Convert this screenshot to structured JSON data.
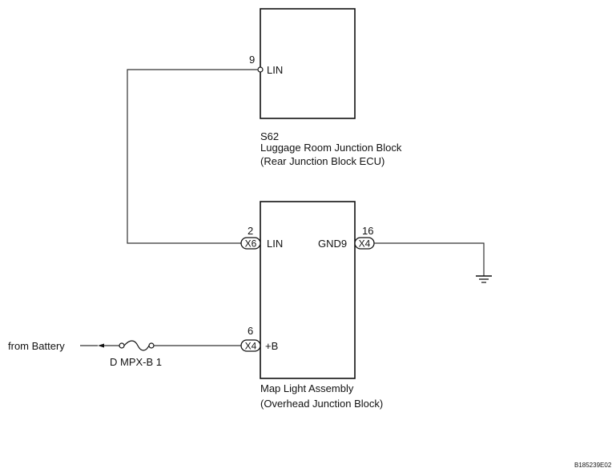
{
  "upper_block": {
    "pin_number": "9",
    "pin_label": "LIN",
    "code": "S62",
    "name": "Luggage Room Junction Block",
    "subname": "(Rear Junction Block ECU)"
  },
  "lower_block": {
    "lin_pin": {
      "number": "2",
      "connector": "X6",
      "label": "LIN"
    },
    "gnd_pin": {
      "number": "16",
      "connector": "X4",
      "label": "GND9"
    },
    "b_pin": {
      "number": "6",
      "connector": "X4",
      "label": "+B"
    },
    "name": "Map Light Assembly",
    "subname": "(Overhead Junction Block)"
  },
  "battery_label": "from Battery",
  "fuse_label": "D MPX-B 1",
  "figure_id": "B185239E02"
}
